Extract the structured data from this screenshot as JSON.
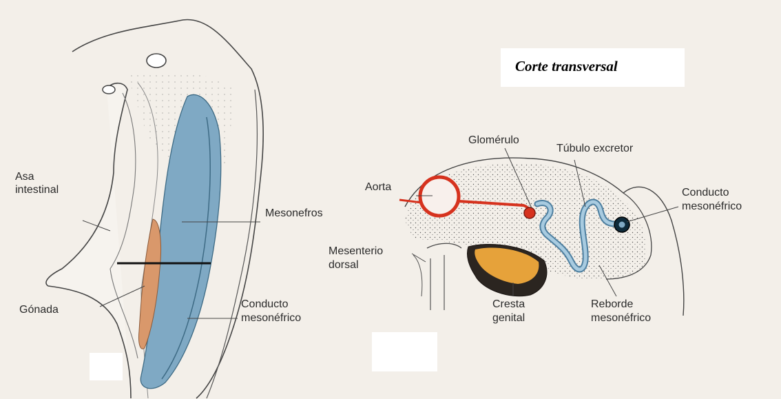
{
  "title": "Corte transversal",
  "left_labels": {
    "asa_1": "Asa",
    "asa_2": "intestinal",
    "mesonefros": "Mesonefros",
    "gonada": "Gónada",
    "conducto_1": "Conducto",
    "conducto_2": "mesonéfrico"
  },
  "right_labels": {
    "aorta": "Aorta",
    "glomerulo": "Glomérulo",
    "tubulo": "Túbulo excretor",
    "conducto_1": "Conducto",
    "conducto_2": "mesonéfrico",
    "mesenterio_1": "Mesenterio",
    "mesenterio_2": "dorsal",
    "cresta_1": "Cresta",
    "cresta_2": "genital",
    "reborde_1": "Reborde",
    "reborde_2": "mesonéfrico"
  },
  "colors": {
    "mesonephros_blue": "#7fa9c4",
    "gonad_orange": "#d9986b",
    "aorta_red": "#d6321e",
    "genital_yellow": "#e6a23a"
  }
}
